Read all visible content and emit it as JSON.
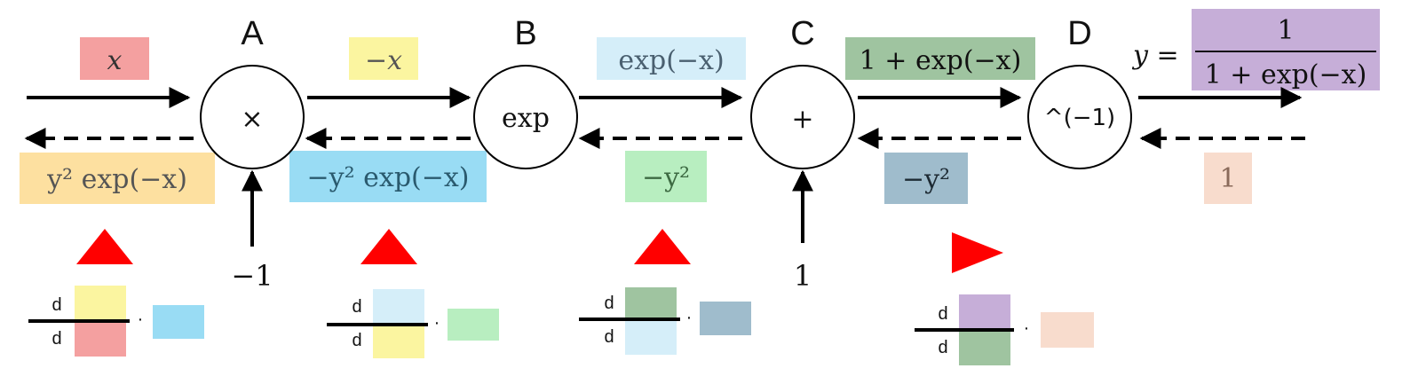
{
  "nodes": {
    "A": {
      "label": "A",
      "op": "×"
    },
    "B": {
      "label": "B",
      "op": "exp"
    },
    "C": {
      "label": "C",
      "op": "+"
    },
    "D": {
      "label": "D",
      "op": "^(−1)"
    }
  },
  "forward": {
    "in_A": {
      "text": "x",
      "color": "#f4a0a0"
    },
    "A_B": {
      "text": "−x",
      "color": "#fbf5a0"
    },
    "B_C": {
      "text": "exp(−x)",
      "color": "#d5eef9"
    },
    "C_D": {
      "text": "1 + exp(−x)",
      "color": "#9fc4a0"
    },
    "out": {
      "lhs": "y =",
      "numerator": "1",
      "denominator": "1 + exp(−x)",
      "color": "#c6aed8"
    }
  },
  "backward": {
    "out": {
      "text": "1",
      "color": "#f8dccd"
    },
    "D_C": {
      "text": "−y²",
      "color": "#9fbccc"
    },
    "C_B": {
      "text": "−y²",
      "color": "#b8eec0"
    },
    "B_A": {
      "text": "−y² exp(−x)",
      "color": "#99dcf4"
    },
    "A_in": {
      "text": "y² exp(−x)",
      "color": "#fde0a0"
    }
  },
  "side_inputs": {
    "A": "−1",
    "C": "1"
  },
  "derivative_legend": {
    "d_top": "d",
    "d_bottom": "d",
    "dot": "·",
    "arrow_color": "#ff0000",
    "items": [
      {
        "name": "A",
        "top": "#fbf5a0",
        "bottom": "#f4a0a0",
        "grad": "#99dcf4"
      },
      {
        "name": "B",
        "top": "#d5eef9",
        "bottom": "#fbf5a0",
        "grad": "#b8eec0"
      },
      {
        "name": "C",
        "top": "#9fc4a0",
        "bottom": "#d5eef9",
        "grad": "#9fbccc"
      },
      {
        "name": "D",
        "top": "#c6aed8",
        "bottom": "#9fc4a0",
        "grad": "#f8dccd"
      }
    ]
  }
}
